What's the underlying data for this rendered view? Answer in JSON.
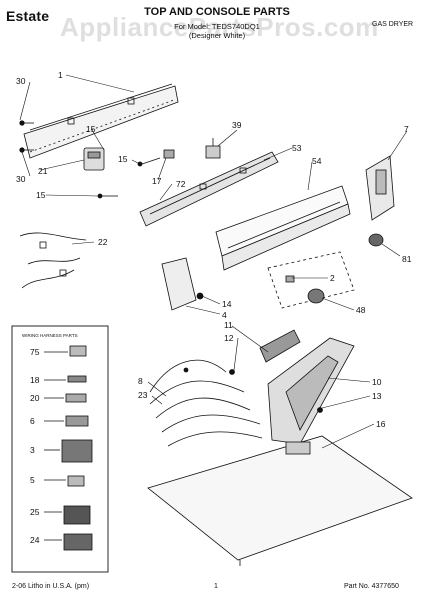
{
  "header": {
    "brand": "Estate",
    "title": "TOP AND CONSOLE PARTS",
    "for_model": "For Model: TEDS740DQ1",
    "color_note": "(Designer White)",
    "dryer_type": "GAS DRYER"
  },
  "watermark": "AppliancePartsPros.com",
  "inset_title": "WIRING HARNESS PARTS",
  "callouts": [
    "1",
    "30",
    "15",
    "30",
    "21",
    "39",
    "15",
    "17",
    "72",
    "15",
    "7",
    "53",
    "54",
    "22",
    "2",
    "81",
    "14",
    "4",
    "11",
    "12",
    "48",
    "8",
    "23",
    "10",
    "13",
    "16",
    "75",
    "18",
    "20",
    "6",
    "3",
    "5",
    "25",
    "24"
  ],
  "footer": {
    "left": "2-06 Litho in U.S.A. (pm)",
    "center": "1",
    "right": "Part No. 4377650"
  }
}
